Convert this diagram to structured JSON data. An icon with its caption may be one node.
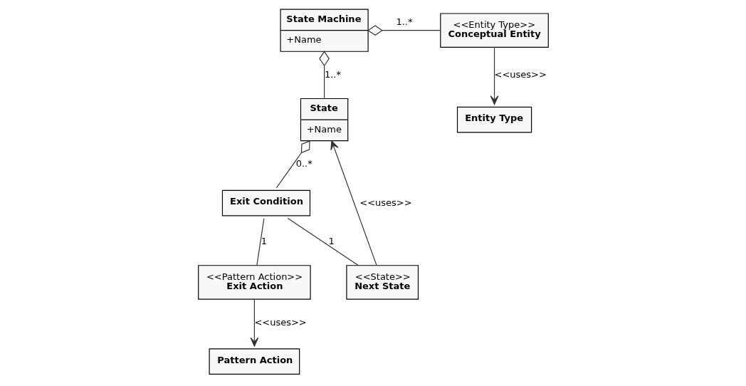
{
  "diagram": {
    "nodes": [
      {
        "text": [
          "State Machine",
          "+Name"
        ]
      },
      {
        "text": [
          "<<Entity Type>>",
          "Conceptual Entity"
        ]
      },
      {
        "text": [
          "Entity Type"
        ]
      },
      {
        "text": [
          "State",
          "+Name"
        ]
      },
      {
        "text": [
          "Pattern Action"
        ]
      },
      {
        "text": [
          "Exit Condition"
        ]
      },
      {
        "text": [
          "<<Pattern Action>>",
          "Exit Action"
        ]
      },
      {
        "text": [
          "<<State>>",
          "Next State"
        ]
      }
    ],
    "edges": [
      {
        "from": 0,
        "to": 1,
        "arrow": "other",
        "label": "1..*"
      },
      {
        "from": 1,
        "to": 2,
        "arrow": "to",
        "label": "<<uses>>"
      },
      {
        "from": 0,
        "to": 3,
        "arrow": "other",
        "label": "1..*"
      },
      {
        "from": 3,
        "to": 5,
        "arrow": "other",
        "label": "0..*"
      },
      {
        "from": 7,
        "to": 3,
        "arrow": "to",
        "label": "<<uses>>"
      },
      {
        "from": 6,
        "to": 4,
        "arrow": "to",
        "label": "<<uses>>"
      },
      {
        "from": 5,
        "to": 6,
        "arrow": "none",
        "label": "1"
      },
      {
        "from": 5,
        "to": 7,
        "arrow": "none",
        "label": "1"
      }
    ]
  }
}
